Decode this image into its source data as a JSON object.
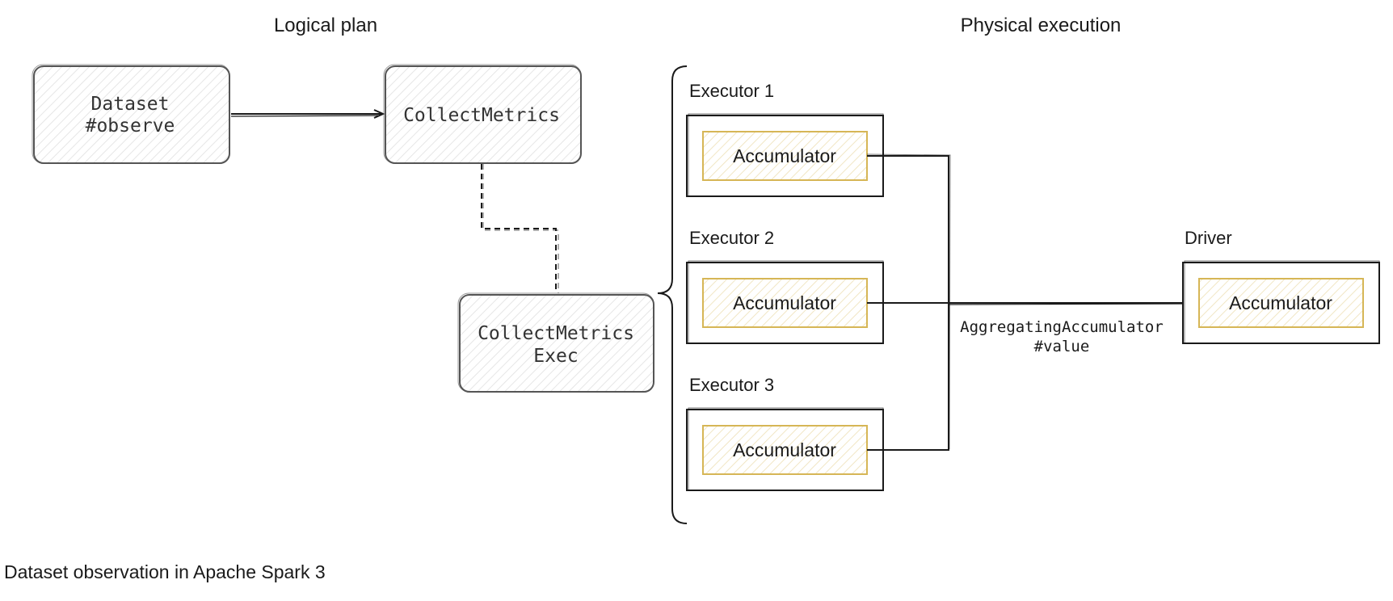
{
  "headers": {
    "logical": "Logical plan",
    "physical": "Physical execution"
  },
  "logical": {
    "dataset": [
      "Dataset",
      "#observe"
    ],
    "collect_metrics": "CollectMetrics",
    "collect_metrics_exec": [
      "CollectMetrics",
      "Exec"
    ]
  },
  "executors": [
    {
      "label": "Executor 1",
      "accumulator": "Accumulator"
    },
    {
      "label": "Executor 2",
      "accumulator": "Accumulator"
    },
    {
      "label": "Executor 3",
      "accumulator": "Accumulator"
    }
  ],
  "driver": {
    "label": "Driver",
    "accumulator": "Accumulator"
  },
  "edge_label": [
    "AggregatingAccumulator",
    "#value"
  ],
  "caption": "Dataset observation in Apache Spark 3",
  "colors": {
    "hachure": "#e6e6e6",
    "accent": "#d6b656",
    "accent_fill": "#fdfaf0",
    "stroke": "#1a1a1a",
    "logical_stroke": "#555555"
  }
}
